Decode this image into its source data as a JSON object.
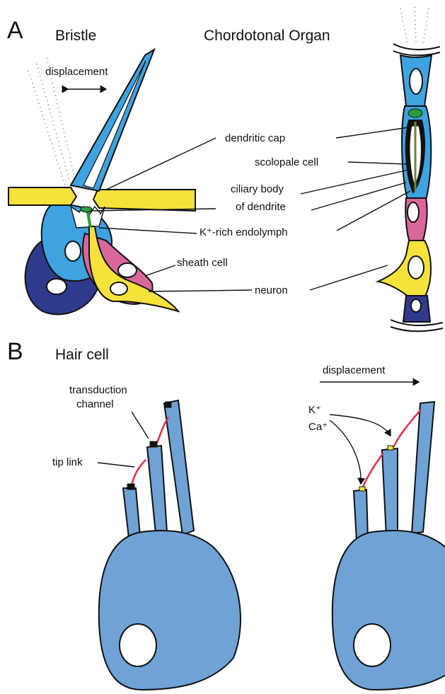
{
  "panel_a": {
    "letter": "A",
    "bristle_title": "Bristle",
    "chordotonal_title": "Chordotonal Organ",
    "displacement": "displacement",
    "labels": {
      "dendritic_cap": "dendritic cap",
      "scolopale_cell": "scolopale cell",
      "ciliary_body_1": "ciliary body",
      "ciliary_body_2": "of dendrite",
      "endolymph": "K⁺-rich endolymph",
      "sheath_cell": "sheath cell",
      "neuron": "neuron"
    }
  },
  "panel_b": {
    "letter": "B",
    "title": "Hair cell",
    "displacement": "displacement",
    "labels": {
      "transduction_1": "transduction",
      "transduction_2": "channel",
      "tip_link": "tip link",
      "k_ion": "K⁺",
      "ca_ion": "Ca⁺"
    }
  },
  "colors": {
    "cell_blue": "#6fa3d6",
    "bright_blue": "#3ea3e0",
    "sheath_yellow": "#f5e23a",
    "sheath_pink": "#d9679a",
    "socket_navy": "#2e3a8c",
    "cap_green": "#2d9a3c",
    "tip_link_red": "#e0304a"
  }
}
